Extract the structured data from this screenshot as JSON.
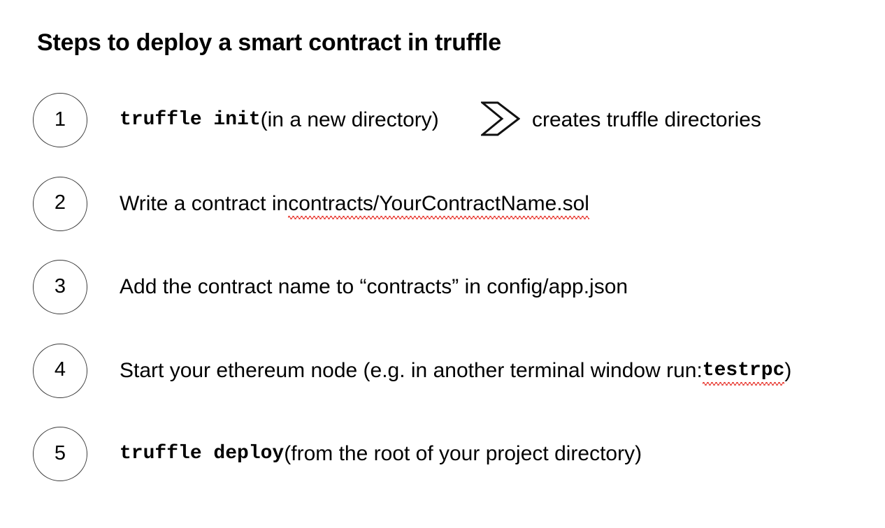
{
  "slide": {
    "title": "Steps to deploy a smart contract in truffle",
    "background_color": "#ffffff",
    "text_color": "#000000",
    "badge_border_color": "#3b3b3b",
    "spellcheck_underline_color": "#e83c34"
  },
  "steps": [
    {
      "number": "1",
      "segments": [
        {
          "text": "truffle init",
          "style": "mono",
          "misspelled": false
        },
        {
          "text": " (in a new directory)",
          "style": "plain",
          "misspelled": false
        }
      ],
      "arrow": {
        "icon": "double-chevron-right-icon",
        "result_text": "creates truffle directories"
      }
    },
    {
      "number": "2",
      "segments": [
        {
          "text": "Write a contract in ",
          "style": "plain",
          "misspelled": false
        },
        {
          "text": "contracts/YourContractName.sol",
          "style": "plain",
          "misspelled": true
        }
      ],
      "arrow": null
    },
    {
      "number": "3",
      "segments": [
        {
          "text": "Add the contract name to “contracts” in config/app.json",
          "style": "plain",
          "misspelled": false
        }
      ],
      "arrow": null
    },
    {
      "number": "4",
      "segments": [
        {
          "text": "Start your ethereum node (e.g. in another terminal window run: ",
          "style": "plain",
          "misspelled": false
        },
        {
          "text": "testrpc",
          "style": "mono",
          "misspelled": true
        },
        {
          "text": ")",
          "style": "plain",
          "misspelled": false
        }
      ],
      "arrow": null
    },
    {
      "number": "5",
      "segments": [
        {
          "text": "truffle deploy",
          "style": "mono",
          "misspelled": false
        },
        {
          "text": " (from the root of your project directory)",
          "style": "plain",
          "misspelled": false
        }
      ],
      "arrow": null
    }
  ]
}
